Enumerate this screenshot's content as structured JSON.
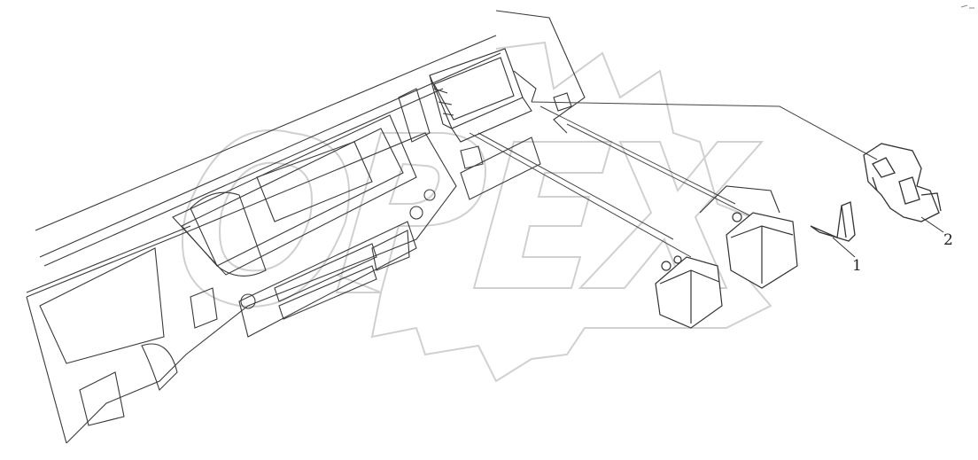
{
  "diagram": {
    "callouts": [
      {
        "label": "1"
      },
      {
        "label": "2"
      }
    ],
    "watermark_text": "OPEX",
    "colors": {
      "line": "#333333",
      "watermark": "#d4d4d4",
      "background": "#ffffff"
    }
  }
}
